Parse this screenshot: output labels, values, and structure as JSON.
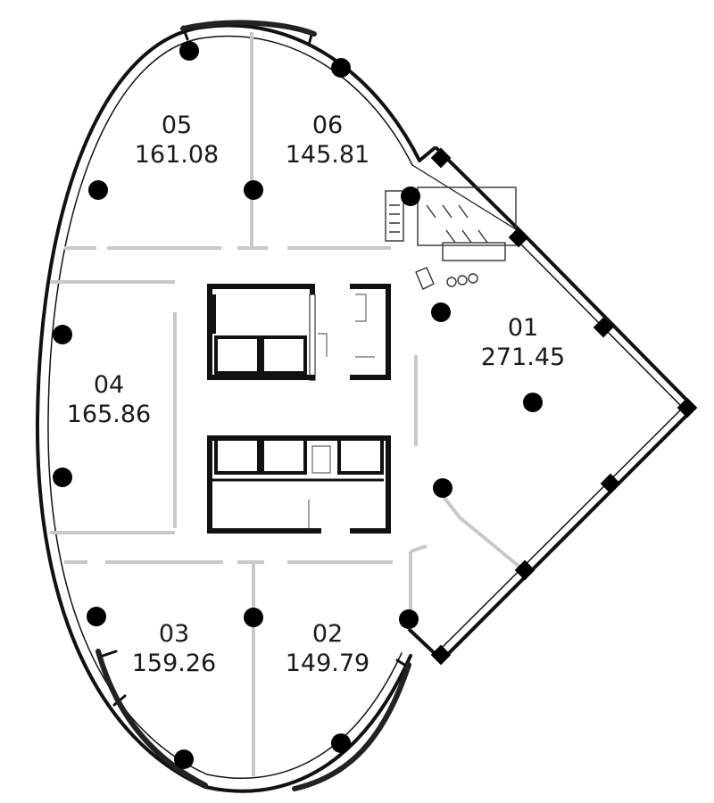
{
  "units": [
    {
      "id": "01",
      "number": "01",
      "area": "271.45"
    },
    {
      "id": "02",
      "number": "02",
      "area": "149.79"
    },
    {
      "id": "03",
      "number": "03",
      "area": "159.26"
    },
    {
      "id": "04",
      "number": "04",
      "area": "165.86"
    },
    {
      "id": "05",
      "number": "05",
      "area": "161.08"
    },
    {
      "id": "06",
      "number": "06",
      "area": "145.81"
    }
  ],
  "colors": {
    "wall": "#111111",
    "partition": "#c8c8c8",
    "column": "#000000",
    "background": "#ffffff"
  }
}
